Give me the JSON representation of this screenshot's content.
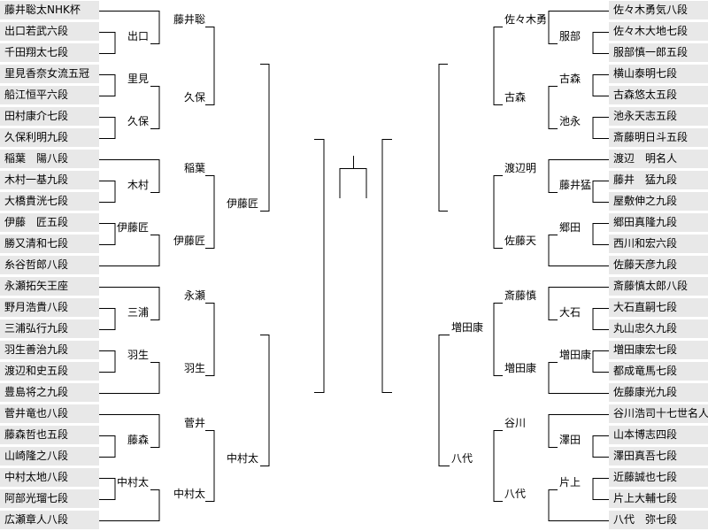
{
  "left_players": [
    "藤井聡太NHK杯",
    "出口若武六段",
    "千田翔太七段",
    "里見香奈女流五冠",
    "船江恒平六段",
    "田村康介七段",
    "久保利明九段",
    "稲葉　陽八段",
    "木村一基九段",
    "大橋貴洸七段",
    "伊藤　匠五段",
    "勝又清和七段",
    "糸谷哲郎八段",
    "永瀬拓矢王座",
    "野月浩貴八段",
    "三浦弘行九段",
    "羽生善治九段",
    "渡辺和史五段",
    "豊島将之九段",
    "菅井竜也八段",
    "藤森哲也五段",
    "山崎隆之八段",
    "中村太地八段",
    "阿部光瑠七段",
    "広瀬章人八段"
  ],
  "right_players": [
    "佐々木勇気八段",
    "佐々木大地七段",
    "服部慎一郎五段",
    "横山泰明七段",
    "古森悠太五段",
    "池永天志五段",
    "斎藤明日斗五段",
    "渡辺　明名人",
    "藤井　猛九段",
    "屋敷伸之九段",
    "郷田真隆九段",
    "西川和宏六段",
    "佐藤天彦九段",
    "斎藤慎太郎八段",
    "大石直嗣七段",
    "丸山忠久九段",
    "増田康宏七段",
    "都成竜馬七段",
    "佐藤康光九段",
    "谷川浩司十七世名人",
    "山本博志四段",
    "澤田真吾七段",
    "近藤誠也七段",
    "片上大輔七段",
    "八代　弥七段"
  ],
  "left_r1": [
    "出口",
    "里見",
    "久保",
    "木村",
    "伊藤匠",
    "三浦",
    "羽生",
    "藤森",
    "中村太"
  ],
  "left_r2": [
    "藤井聡",
    "久保",
    "稲葉",
    "伊藤匠",
    "永瀬",
    "羽生",
    "菅井",
    "中村太"
  ],
  "left_r3": [
    "伊藤匠",
    "中村太"
  ],
  "right_r1": [
    "服部",
    "古森",
    "池永",
    "藤井猛",
    "郷田",
    "大石",
    "増田康",
    "澤田",
    "片上"
  ],
  "right_r2": [
    "佐々木勇",
    "古森",
    "渡辺明",
    "佐藤天",
    "斎藤慎",
    "増田康",
    "谷川",
    "八代"
  ],
  "right_r3": [
    "増田康",
    "八代"
  ]
}
